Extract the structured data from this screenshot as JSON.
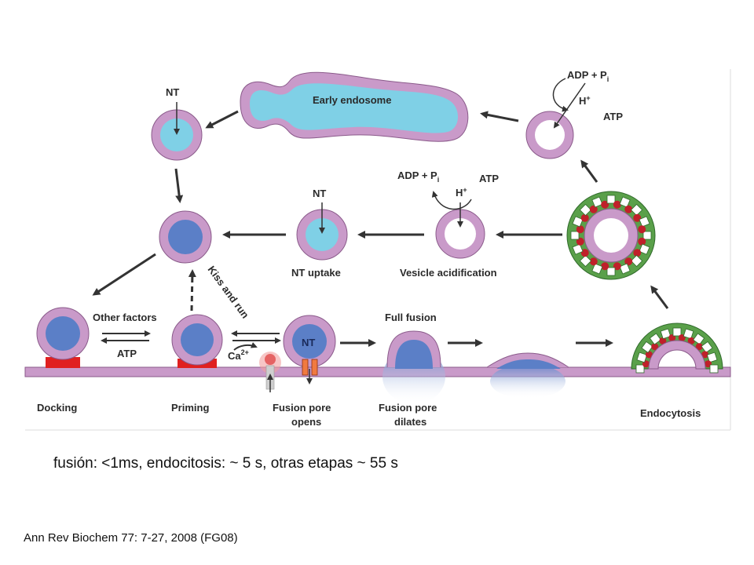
{
  "diagram": {
    "labels": {
      "early_endosome": "Early endosome",
      "nt_top": "NT",
      "nt_mid": "NT",
      "nt_pore": "NT",
      "nt_uptake": "NT uptake",
      "vesicle_acidification": "Vesicle acidification",
      "kiss_and_run": "Kiss and run",
      "other_factors": "Other factors",
      "atp_docking": "ATP",
      "ca2": "Ca",
      "ca2_sup": "2+",
      "full_fusion": "Full fusion",
      "docking": "Docking",
      "priming": "Priming",
      "fusion_pore_opens_1": "Fusion pore",
      "fusion_pore_opens_2": "opens",
      "fusion_pore_dilates_1": "Fusion pore",
      "fusion_pore_dilates_2": "dilates",
      "endocytosis": "Endocytosis",
      "adp_pi_top": "ADP + P",
      "adp_pi_top_sub": "i",
      "h_top": "H",
      "h_top_sup": "+",
      "atp_top": "ATP",
      "adp_pi_mid": "ADP + P",
      "adp_pi_mid_sub": "i",
      "h_mid": "H",
      "h_mid_sup": "+",
      "atp_mid": "ATP"
    },
    "colors": {
      "membrane": "#c99ac9",
      "membrane_stroke": "#8a5a8a",
      "lumen_light": "#7fd0e6",
      "lumen_dark": "#5b7fc7",
      "snare_red": "#e02020",
      "clathrin_green": "#5aa04a",
      "clathrin_red": "#c0202a",
      "arrow": "#333333",
      "release_blue": "#6c8fd0"
    }
  },
  "caption": "fusión: <1ms, endocitosis: ~ 5 s, otras etapas ~ 55 s",
  "citation": "Ann Rev Biochem 77: 7-27, 2008 (FG08)"
}
